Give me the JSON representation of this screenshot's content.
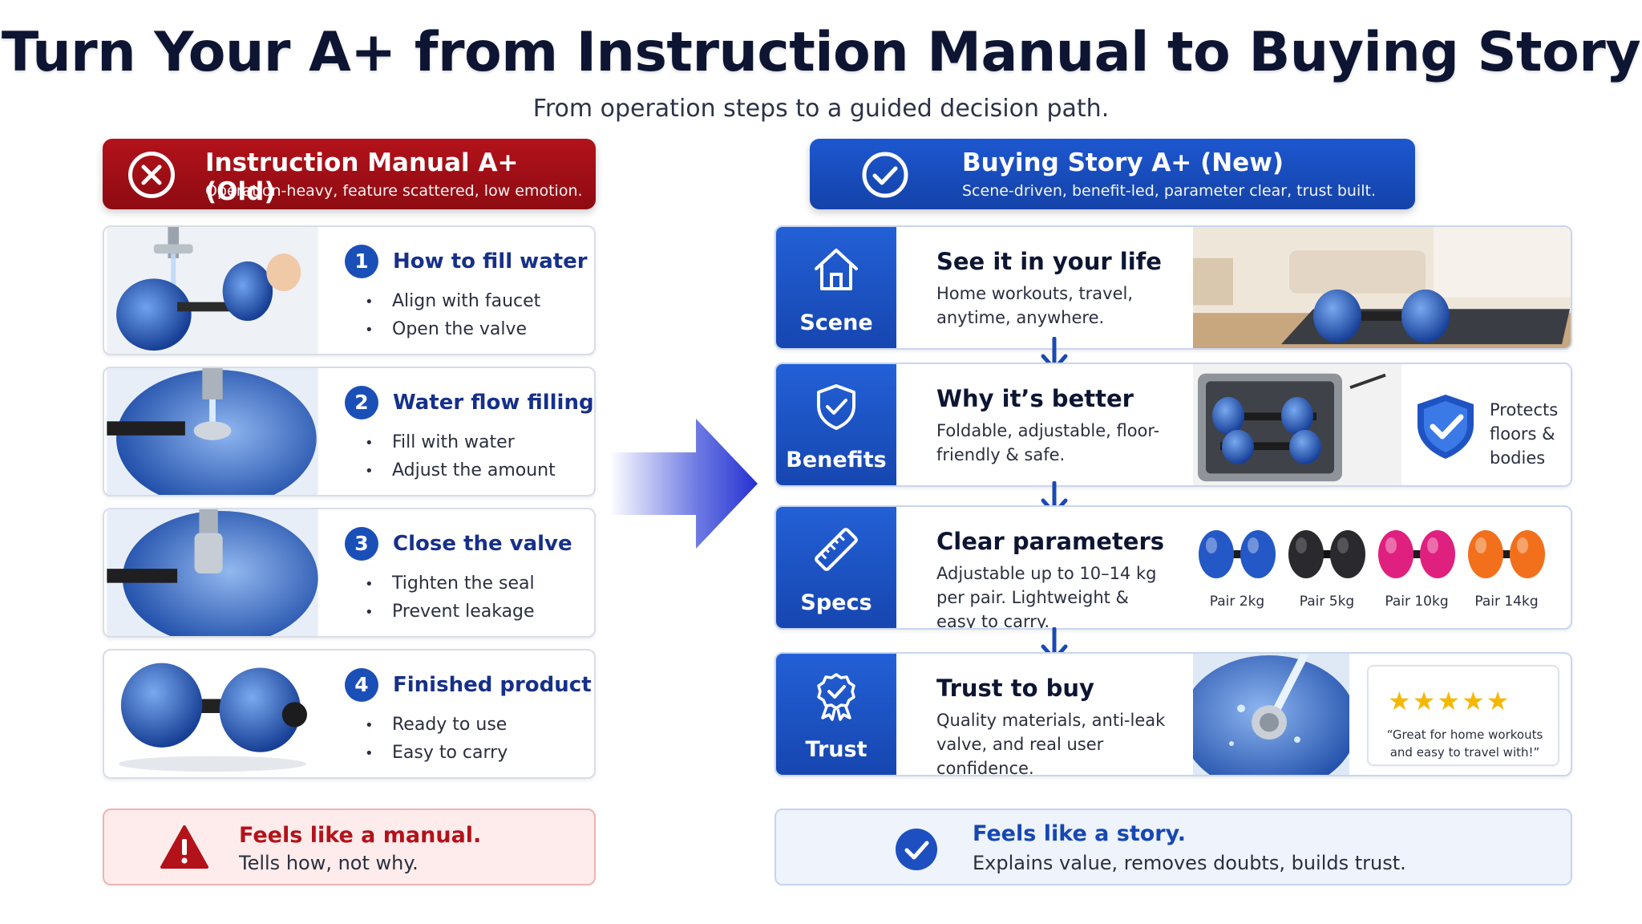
{
  "title": "Turn Your A+ from Instruction Manual to Buying Story",
  "subtitle": "From operation steps to a guided decision path.",
  "colors": {
    "old_accent": "#b3121a",
    "new_accent": "#1d57d0",
    "star": "#f5b800"
  },
  "old": {
    "header_title": "Instruction Manual A+ (Old)",
    "header_sub": "Operation-heavy, feature scattered, low emotion.",
    "steps": [
      {
        "num": "1",
        "title": "How to fill water",
        "bullets": [
          "Align with faucet",
          "Open the valve"
        ]
      },
      {
        "num": "2",
        "title": "Water flow filling",
        "bullets": [
          "Fill with water",
          "Adjust the amount"
        ]
      },
      {
        "num": "3",
        "title": "Close the valve",
        "bullets": [
          "Tighten the seal",
          "Prevent leakage"
        ]
      },
      {
        "num": "4",
        "title": "Finished product",
        "bullets": [
          "Ready to use",
          "Easy to carry"
        ]
      }
    ],
    "footer_title": "Feels like a manual.",
    "footer_sub": "Tells how, not why."
  },
  "new": {
    "header_title": "Buying Story A+ (New)",
    "header_sub": "Scene-driven, benefit-led, parameter clear, trust built.",
    "rows": [
      {
        "tag": "Scene",
        "icon": "house-icon",
        "title": "See it in your life",
        "text": "Home workouts, travel, anytime, anywhere."
      },
      {
        "tag": "Benefits",
        "icon": "shield-check-icon",
        "title": "Why it’s better",
        "text": "Foldable, adjustable, floor-friendly & safe.",
        "badge": "Protects floors & bodies"
      },
      {
        "tag": "Specs",
        "icon": "ruler-icon",
        "title": "Clear parameters",
        "text": "Adjustable up to 10–14 kg per pair. Lightweight & easy to carry.",
        "variants": [
          {
            "label": "Pair 2kg",
            "color": "#2458c6"
          },
          {
            "label": "Pair 5kg",
            "color": "#2a2a2e"
          },
          {
            "label": "Pair 10kg",
            "color": "#e0207e"
          },
          {
            "label": "Pair 14kg",
            "color": "#f2701c"
          }
        ]
      },
      {
        "tag": "Trust",
        "icon": "award-badge-icon",
        "title": "Trust to buy",
        "text": "Quality materials, anti-leak valve, and real user confidence.",
        "review_stars": "★★★★★",
        "review_quote": "“Great for home workouts and easy to travel with!”"
      }
    ],
    "footer_title": "Feels like a story.",
    "footer_sub": "Explains value, removes doubts, builds trust."
  }
}
